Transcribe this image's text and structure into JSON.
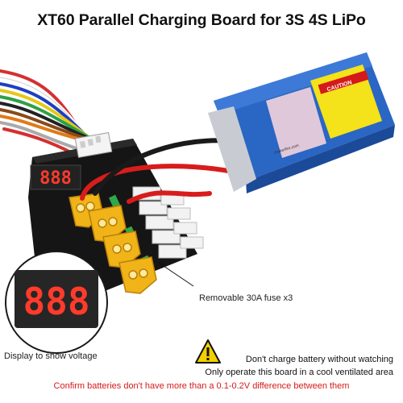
{
  "title": "XT60 Parallel Charging Board for 3S 4S LiPo",
  "captions": {
    "display": "Display to show voltage",
    "fuse": "Removable 30A fuse x3"
  },
  "warnings": {
    "line1": "Don't charge battery without watching",
    "line2": "Only operate this board in a cool ventilated area",
    "line3": "Confirm batteries don't have more than a 0.1-0.2V difference between them"
  },
  "battery_label": {
    "caution": "CAUTION",
    "brand": "makerfire.com"
  },
  "display_readout": "888",
  "colors": {
    "board": "#141414",
    "connector": "#f0b418",
    "battery": "#2a66c4",
    "caution_label": "#f4e21a",
    "warning_red": "#d41a1a",
    "fuse_green": "#2fa84a"
  }
}
